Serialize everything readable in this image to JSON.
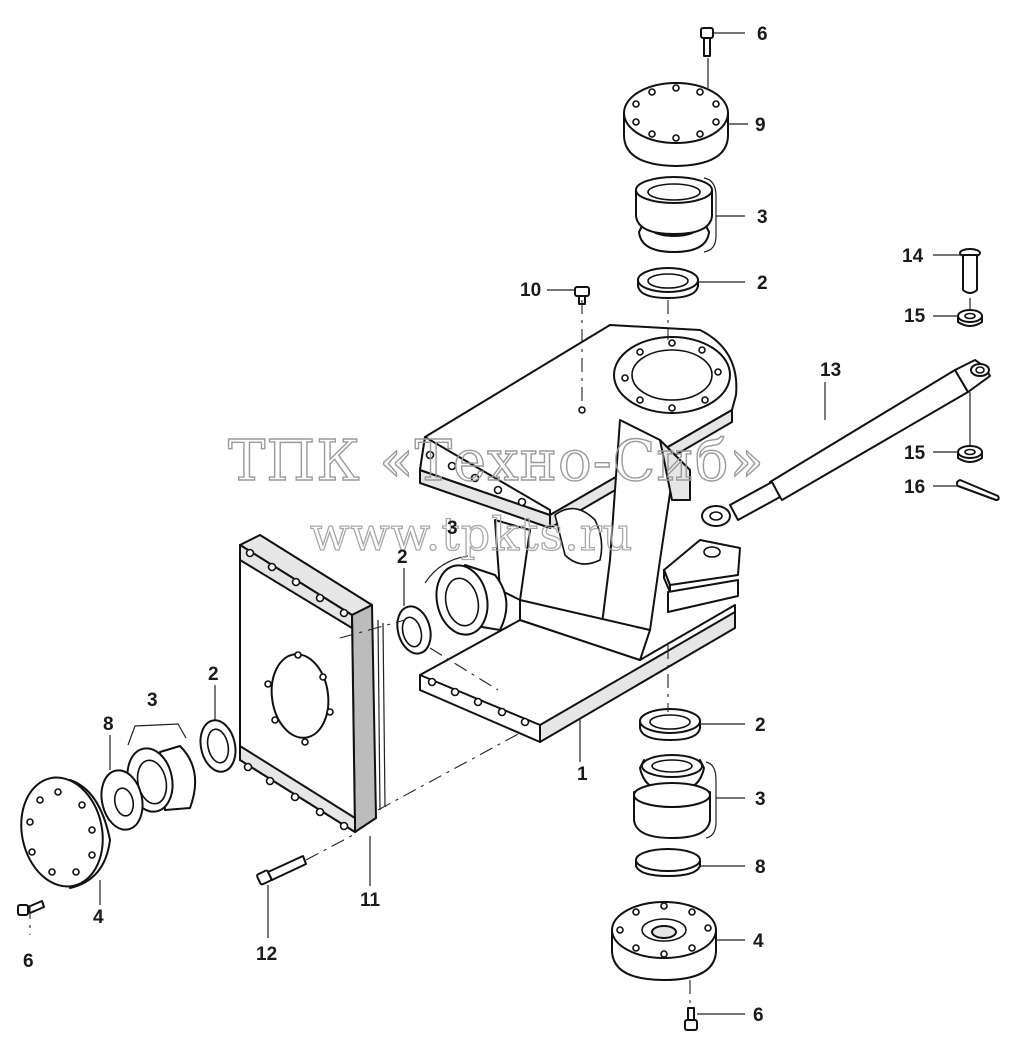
{
  "watermark": {
    "line1": "ТПК «Техно-Сиб»",
    "line2": "www.tpkts.ru"
  },
  "callouts": {
    "c6_top": "6",
    "c9": "9",
    "c3_top": "3",
    "c2_top": "2",
    "c10": "10",
    "c14": "14",
    "c15_top": "15",
    "c13": "13",
    "c15_mid": "15",
    "c16": "16",
    "c3_center": "3",
    "c2_center": "2",
    "c2_left": "2",
    "c3_left": "3",
    "c8_left": "8",
    "c2_right": "2",
    "c1": "1",
    "c3_right": "3",
    "c8_right": "8",
    "c4_right": "4",
    "c6_right": "6",
    "c11": "11",
    "c12": "12",
    "c4_left": "4",
    "c6_left": "6"
  }
}
